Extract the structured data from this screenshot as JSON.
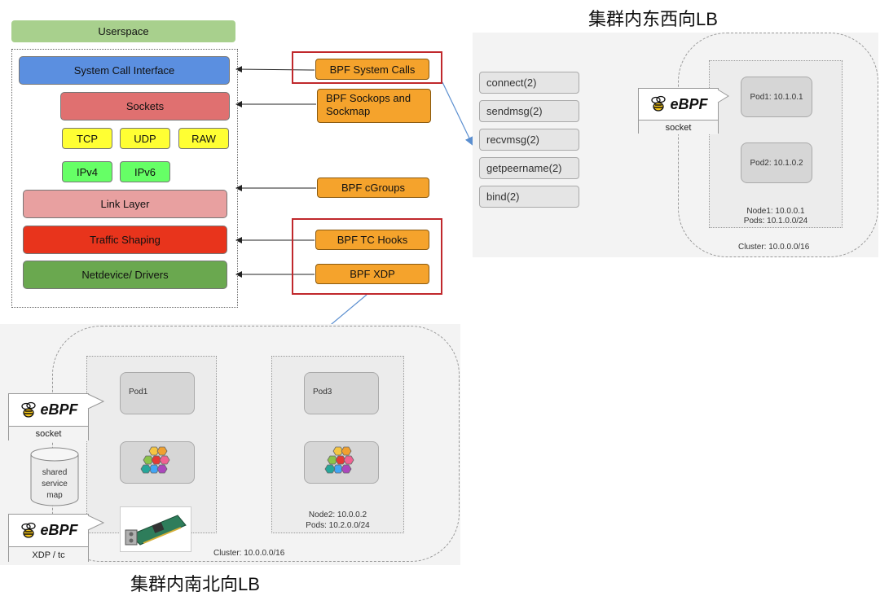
{
  "stack": {
    "userspace": "Userspace",
    "system_call_interface": "System Call Interface",
    "sockets": "Sockets",
    "tcp": "TCP",
    "udp": "UDP",
    "raw": "RAW",
    "ipv4": "IPv4",
    "ipv6": "IPv6",
    "link_layer": "Link Layer",
    "traffic_shaping": "Traffic Shaping",
    "netdevice": "Netdevice/ Drivers"
  },
  "hooks": {
    "system_calls": "BPF System Calls",
    "sockops_line1": "BPF Sockops and",
    "sockops_line2": "Sockmap",
    "cgroups": "BPF cGroups",
    "tc_hooks": "BPF TC Hooks",
    "xdp": "BPF XDP"
  },
  "east_west": {
    "title": "集群内东西向LB",
    "syscalls": [
      "connect(2)",
      "sendmsg(2)",
      "recvmsg(2)",
      "getpeername(2)",
      "bind(2)"
    ],
    "ebpf_brand": "eBPF",
    "ebpf_caption": "socket",
    "pod1": "Pod1: 10.1.0.1",
    "pod2": "Pod2: 10.1.0.2",
    "node_line1": "Node1: 10.0.0.1",
    "node_line2": "Pods: 10.1.0.0/24",
    "cluster": "Cluster: 10.0.0.0/16"
  },
  "north_south": {
    "title": "集群内南北向LB",
    "ebpf_brand": "eBPF",
    "socket_caption": "socket",
    "map_line1": "shared",
    "map_line2": "service",
    "map_line3": "map",
    "xdp_caption": "XDP / tc",
    "pod1": "Pod1",
    "pod3": "Pod3",
    "node2_line1": "Node2: 10.0.0.2",
    "node2_line2": "Pods: 10.2.0.0/24",
    "cluster": "Cluster: 10.0.0.0/16"
  },
  "colors": {
    "userspace": "#a8d08d",
    "syscall_interface": "#5b8fe0",
    "sockets": "#e07070",
    "proto": "#ffff33",
    "ip": "#66ff66",
    "link_layer": "#e8a0a0",
    "traffic_shaping": "#e8341c",
    "netdevice": "#6aa84f",
    "hook": "#f5a32c",
    "highlight": "#c0282c",
    "arrow_blue": "#5b8fd0"
  }
}
